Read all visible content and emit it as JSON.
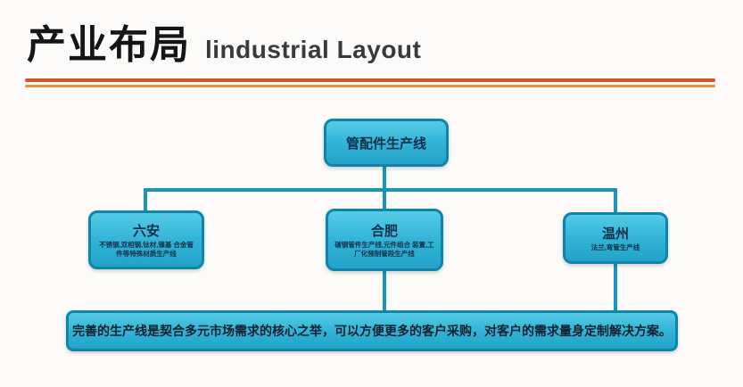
{
  "header": {
    "title_zh": "产业布局",
    "title_en": "lindustrial Layout"
  },
  "diagram": {
    "root": {
      "label": "管配件生产线"
    },
    "children": [
      {
        "label": "六安",
        "desc": "不锈钢,双相钢,钛材,镍基 合金管件等特殊材质生产线"
      },
      {
        "label": "合肥",
        "desc": "碳钢管件生产线,元件组合 装置,工厂化预制管段生产线"
      },
      {
        "label": "温州",
        "desc": "法兰,弯管生产线"
      }
    ],
    "summary": "完善的生产线是契合多元市场需求的核心之举，可以方便更多的客户采购，对客户的需求量身定制解决方案。"
  },
  "colors": {
    "box_fill": "#2fb2d6",
    "box_border": "#0f85aa",
    "connector": "#1796ba",
    "rule_top": "#dd4f2e",
    "rule_bottom": "#e6913a",
    "text_dark": "#0d2f4a"
  }
}
